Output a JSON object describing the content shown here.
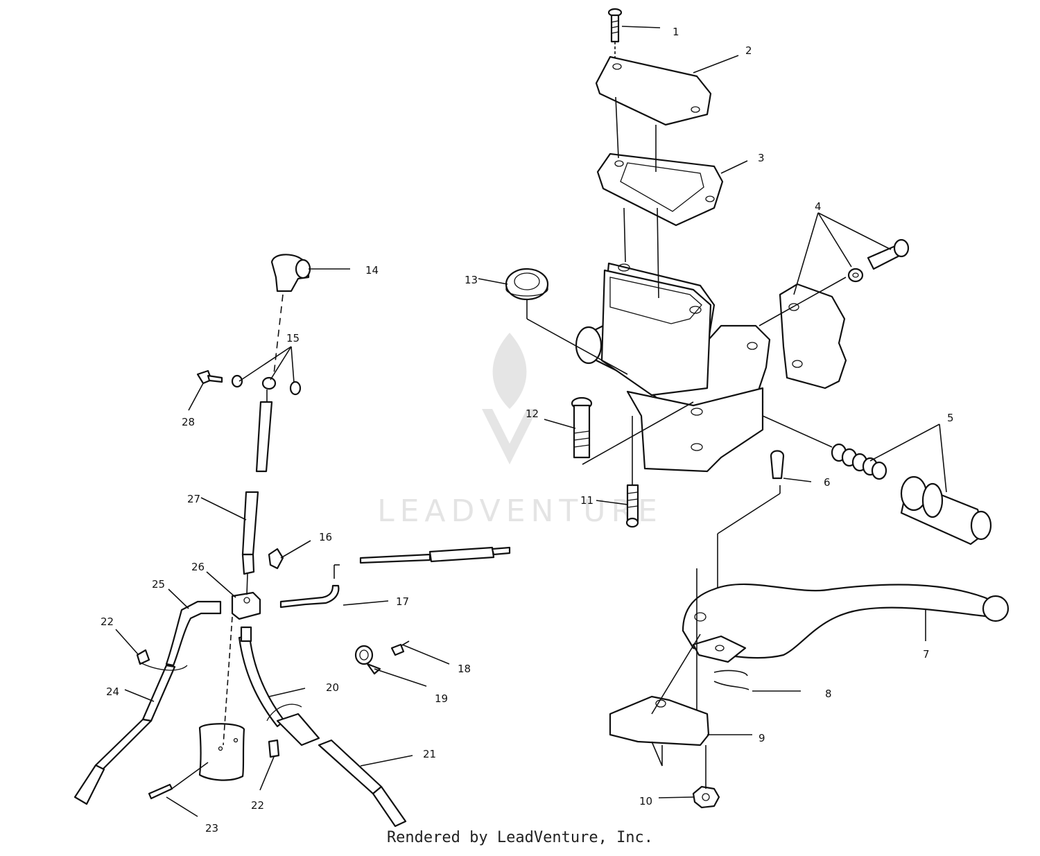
{
  "watermark": {
    "text": "LEADVENTURE"
  },
  "footer": {
    "credit": "Rendered by LeadVenture, Inc."
  },
  "callouts": {
    "c1": "1",
    "c2": "2",
    "c3": "3",
    "c4": "4",
    "c5": "5",
    "c6": "6",
    "c7": "7",
    "c8": "8",
    "c9": "9",
    "c10": "10",
    "c11": "11",
    "c12": "12",
    "c13": "13",
    "c14": "14",
    "c15": "15",
    "c16": "16",
    "c17": "17",
    "c18": "18",
    "c19": "19",
    "c20": "20",
    "c21": "21",
    "c22a": "22",
    "c22b": "22",
    "c23": "23",
    "c24": "24",
    "c25": "25",
    "c26": "26",
    "c27": "27",
    "c28": "28"
  }
}
